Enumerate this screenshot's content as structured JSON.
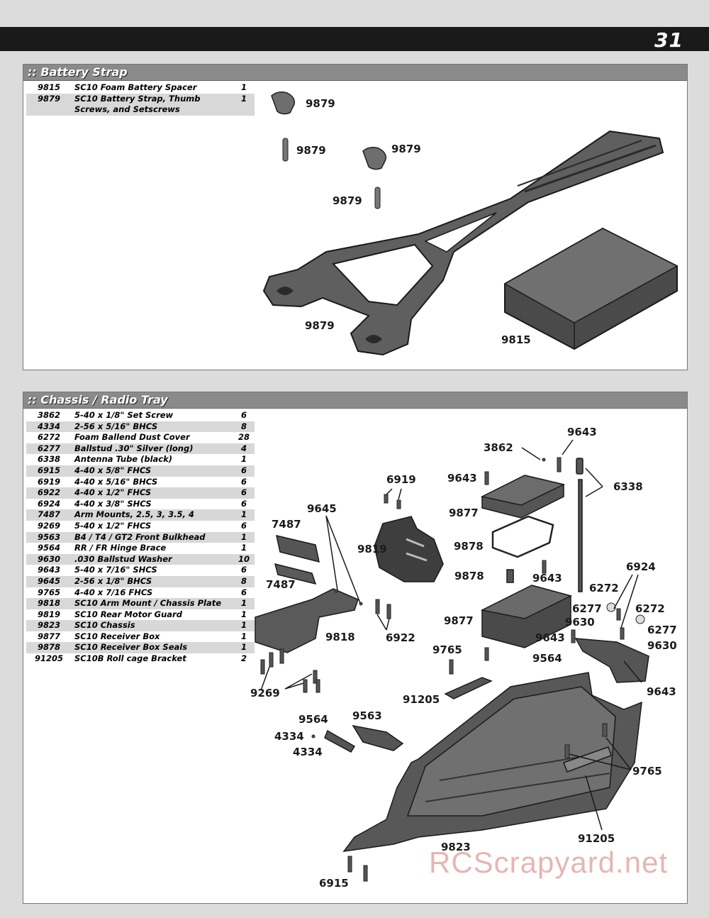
{
  "page": {
    "number": "31",
    "watermark": "RCScrapyard.net"
  },
  "battery_strap": {
    "title": ":: Battery Strap",
    "parts": [
      {
        "num": "9815",
        "desc": "SC10 Foam Battery Spacer",
        "qty": "1"
      },
      {
        "num": "9879",
        "desc": "SC10 Battery Strap, Thumb Screws, and Setscrews",
        "qty": "1"
      }
    ],
    "callouts": [
      "9879",
      "9879",
      "9879",
      "9879",
      "9879",
      "9815"
    ]
  },
  "chassis": {
    "title": ":: Chassis / Radio Tray",
    "parts": [
      {
        "num": "3862",
        "desc": "5-40 x 1/8\" Set Screw",
        "qty": "6"
      },
      {
        "num": "4334",
        "desc": "2-56 x 5/16\" BHCS",
        "qty": "8"
      },
      {
        "num": "6272",
        "desc": "Foam Ballend Dust Cover",
        "qty": "28"
      },
      {
        "num": "6277",
        "desc": "Ballstud .30\" Silver (long)",
        "qty": "4"
      },
      {
        "num": "6338",
        "desc": "Antenna Tube (black)",
        "qty": "1"
      },
      {
        "num": "6915",
        "desc": "4-40 x 5/8\" FHCS",
        "qty": "6"
      },
      {
        "num": "6919",
        "desc": "4-40 x 5/16\" BHCS",
        "qty": "6"
      },
      {
        "num": "6922",
        "desc": "4-40 x 1/2\" FHCS",
        "qty": "6"
      },
      {
        "num": "6924",
        "desc": "4-40 x 3/8\" SHCS",
        "qty": "6"
      },
      {
        "num": "7487",
        "desc": "Arm Mounts, 2.5, 3, 3.5, 4",
        "qty": "1"
      },
      {
        "num": "9269",
        "desc": "5-40 x 1/2\" FHCS",
        "qty": "6"
      },
      {
        "num": "9563",
        "desc": "B4 / T4 / GT2 Front Bulkhead",
        "qty": "1"
      },
      {
        "num": "9564",
        "desc": "RR / FR Hinge Brace",
        "qty": "1"
      },
      {
        "num": "9630",
        "desc": ".030 Ballstud Washer",
        "qty": "10"
      },
      {
        "num": "9643",
        "desc": "5-40 x 7/16\" SHCS",
        "qty": "6"
      },
      {
        "num": "9645",
        "desc": " 2-56 x 1/8\" BHCS",
        "qty": "8"
      },
      {
        "num": "9765",
        "desc": "4-40 x 7/16 FHCS",
        "qty": "6"
      },
      {
        "num": "9818",
        "desc": "SC10 Arm Mount / Chassis Plate",
        "qty": "1"
      },
      {
        "num": "9819",
        "desc": "SC10 Rear Motor Guard",
        "qty": "1"
      },
      {
        "num": "9823",
        "desc": "SC10 Chassis",
        "qty": "1"
      },
      {
        "num": "9877",
        "desc": "SC10 Receiver Box",
        "qty": "1"
      },
      {
        "num": "9878",
        "desc": "SC10 Receiver Box Seals",
        "qty": "1"
      },
      {
        "num": "91205",
        "desc": "SC10B Roll cage Bracket",
        "qty": "2"
      }
    ],
    "callouts": [
      "9643",
      "3862",
      "6338",
      "9643",
      "6919",
      "9877",
      "9645",
      "7487",
      "9819",
      "9878",
      "6924",
      "9878",
      "9643",
      "7487",
      "6272",
      "6277",
      "6272",
      "9630",
      "6277",
      "9877",
      "9643",
      "9630",
      "9818",
      "6922",
      "9564",
      "9765",
      "9643",
      "9269",
      "91205",
      "9564",
      "9563",
      "4334",
      "4334",
      "9765",
      "91205",
      "9823",
      "6915"
    ]
  }
}
